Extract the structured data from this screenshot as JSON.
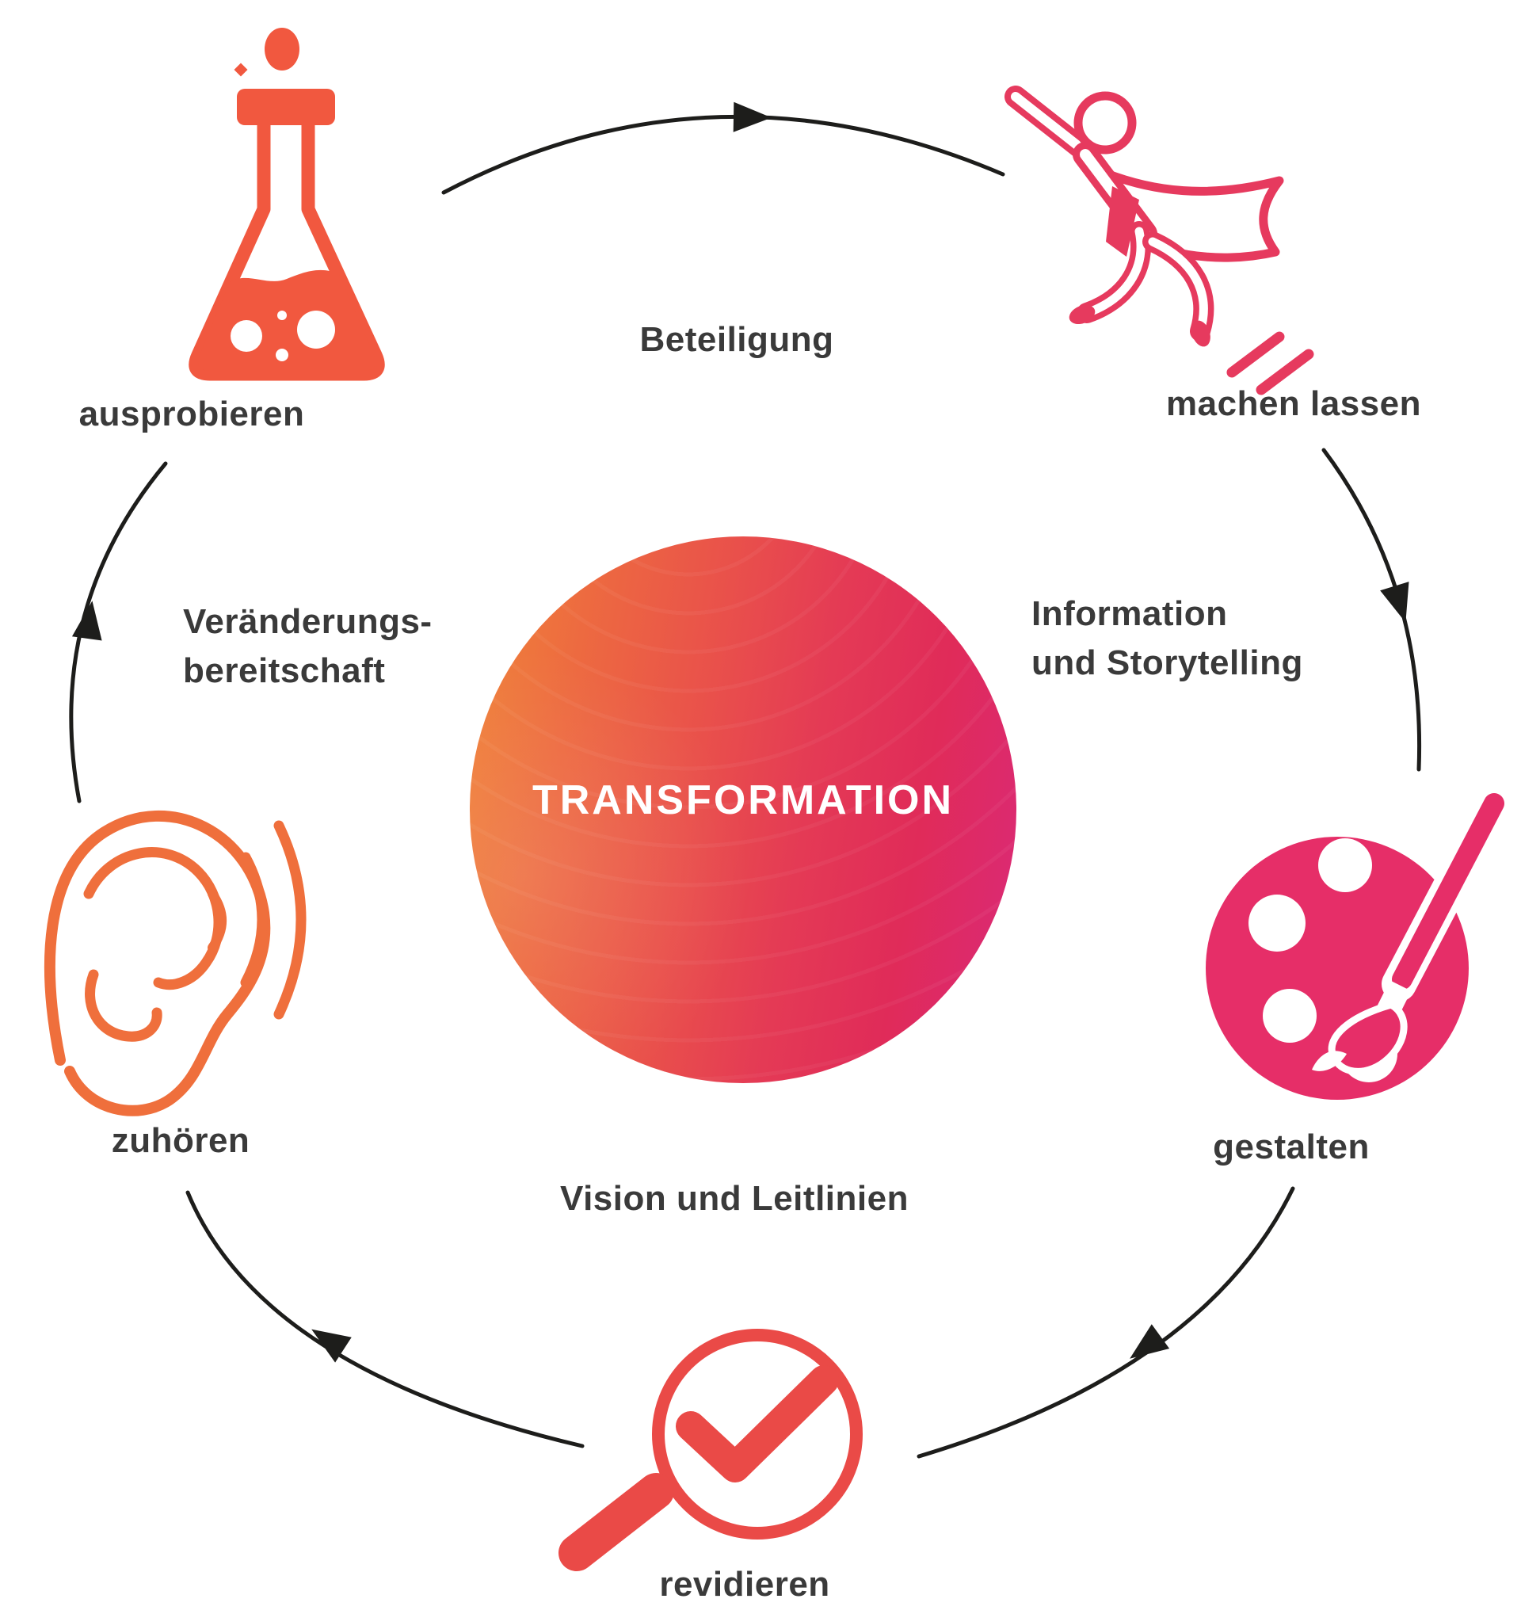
{
  "diagram": {
    "center": {
      "title": "TRANSFORMATION"
    },
    "stages": [
      {
        "label": "ausprobieren",
        "icon": "flask-icon"
      },
      {
        "label": "machen lassen",
        "icon": "superhero-icon"
      },
      {
        "label": "gestalten",
        "icon": "palette-icon"
      },
      {
        "label": "revidieren",
        "icon": "magnifier-check-icon"
      },
      {
        "label": "zuhören",
        "icon": "ear-icon"
      }
    ],
    "connectors": [
      {
        "from": "ausprobieren",
        "to": "machen lassen",
        "label": "Beteiligung"
      },
      {
        "from": "machen lassen",
        "to": "gestalten",
        "label": "Information und Storytelling",
        "lines": [
          "Information",
          "und Storytelling"
        ]
      },
      {
        "from": "gestalten",
        "to": "revidieren",
        "label": "Vision und Leitlinien"
      },
      {
        "from": "revidieren",
        "to": "zuhören",
        "label": ""
      },
      {
        "from": "zuhören",
        "to": "ausprobieren",
        "label": "Veränderungsbereitschaft",
        "lines": [
          "Veränderungs-",
          "bereitschaft"
        ]
      }
    ],
    "colors": {
      "flask": "#f1583f",
      "superhero": "#e63a5e",
      "palette": "#e62e68",
      "magnifier": "#ea4a47",
      "ear": "#ef6f3c",
      "arrow": "#1d1d1b",
      "label": "#3a3a3a",
      "circle_gradient": [
        "#f08638",
        "#e9504b",
        "#e02b59",
        "#d92a80"
      ]
    }
  }
}
